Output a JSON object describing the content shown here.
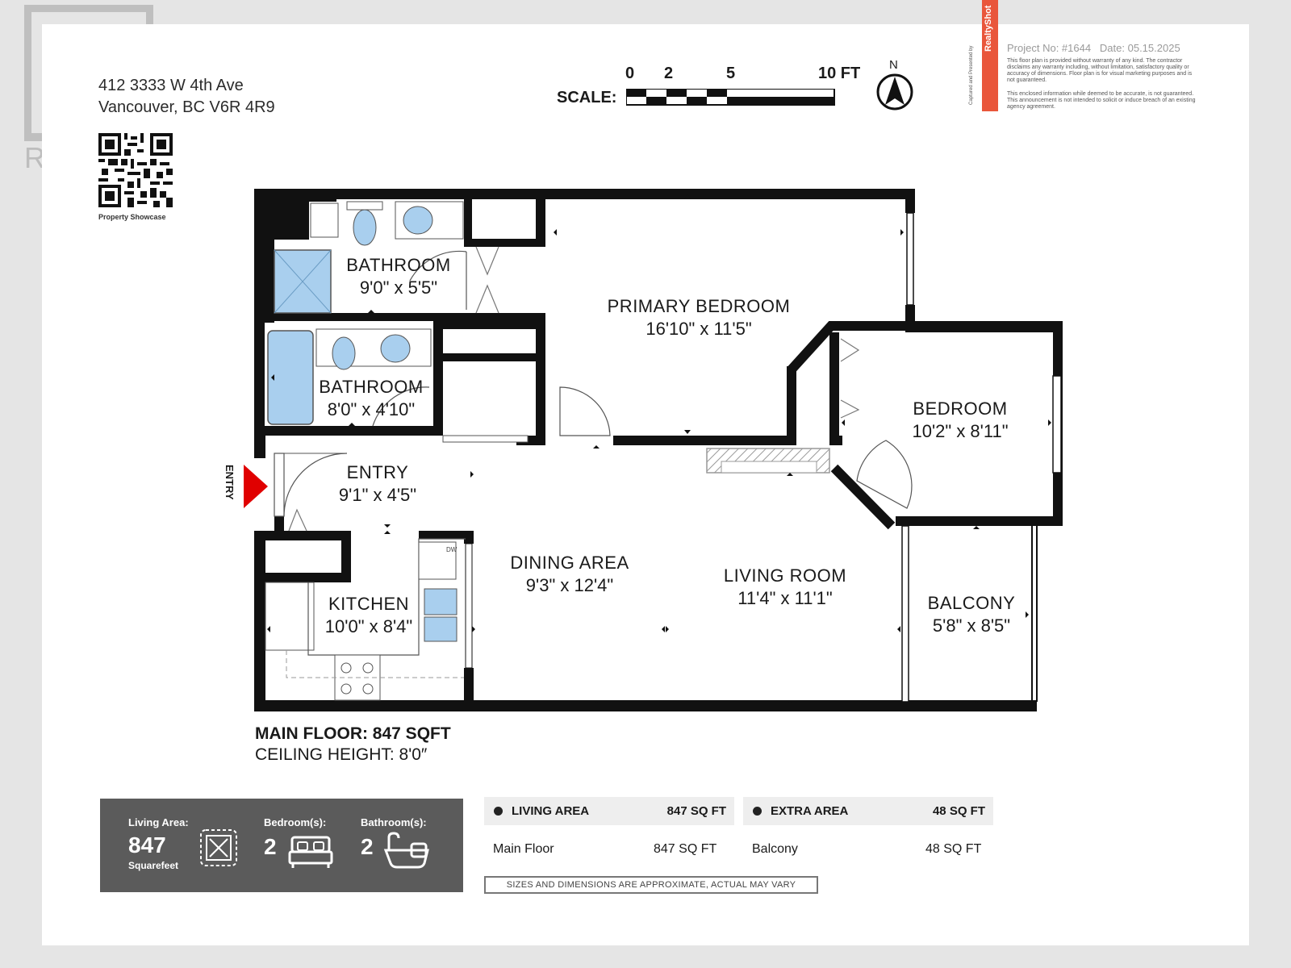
{
  "watermark": {
    "text": "REAL"
  },
  "address": {
    "line1": "412 3333 W 4th Ave",
    "line2": "Vancouver, BC V6R 4R9"
  },
  "qr": {
    "caption": "Property Showcase"
  },
  "scale": {
    "label": "SCALE:",
    "ticks": [
      "0",
      "2",
      "5",
      "10 FT"
    ],
    "north": "N"
  },
  "brand": {
    "name": "RealtyShot",
    "captured_by": "Captured and Presented by"
  },
  "project": {
    "number": "Project No: #1644",
    "date": "Date: 05.15.2025",
    "disclaimer1": "This floor plan is provided without warranty of any kind. The contractor disclaims any warranty including, without limitation, satisfactory quality or accuracy of dimensions. Floor plan is for visual marketing purposes and is not guaranteed.",
    "disclaimer2": "This enclosed information while deemed to be accurate, is not guaranteed. This announcement is not intended to solicit or induce breach of an existing agency agreement."
  },
  "rooms": [
    {
      "name": "BATHROOM",
      "dims": "9'0\" x 5'5\""
    },
    {
      "name": "PRIMARY BEDROOM",
      "dims": "16'10\" x 11'5\""
    },
    {
      "name": "BATHROOM",
      "dims": "8'0\" x 4'10\""
    },
    {
      "name": "BEDROOM",
      "dims": "10'2\" x 8'11\""
    },
    {
      "name": "ENTRY",
      "dims": "9'1\" x 4'5\""
    },
    {
      "name": "DINING AREA",
      "dims": "9'3\" x 12'4\""
    },
    {
      "name": "LIVING ROOM",
      "dims": "11'4\" x 11'1\""
    },
    {
      "name": "KITCHEN",
      "dims": "10'0\" x 8'4\""
    },
    {
      "name": "BALCONY",
      "dims": "5'8\" x 8'5\""
    }
  ],
  "entry_label": "ENTRY",
  "dishwasher_label": "DW",
  "floor": {
    "title": "MAIN FLOOR: 847 SQFT",
    "ceiling": "CEILING HEIGHT: 8'0″"
  },
  "stats": {
    "living_label": "Living Area:",
    "living_value": "847",
    "living_unit": "Squarefeet",
    "bed_label": "Bedroom(s):",
    "bed_value": "2",
    "bath_label": "Bathroom(s):",
    "bath_value": "2"
  },
  "areas": {
    "living": {
      "header": "LIVING AREA",
      "total": "847 SQ FT",
      "row_label": "Main Floor",
      "row_value": "847 SQ FT"
    },
    "extra": {
      "header": "EXTRA AREA",
      "total": "48 SQ FT",
      "row_label": "Balcony",
      "row_value": "48 SQ FT"
    }
  },
  "note": "SIZES AND DIMENSIONS ARE APPROXIMATE, ACTUAL MAY VARY",
  "colors": {
    "wall": "#111111",
    "fixture_blue": "#a9cfee",
    "brand": "#e9563b",
    "entry_arrow": "#e00000",
    "stat_bg": "#5b5b5b"
  }
}
